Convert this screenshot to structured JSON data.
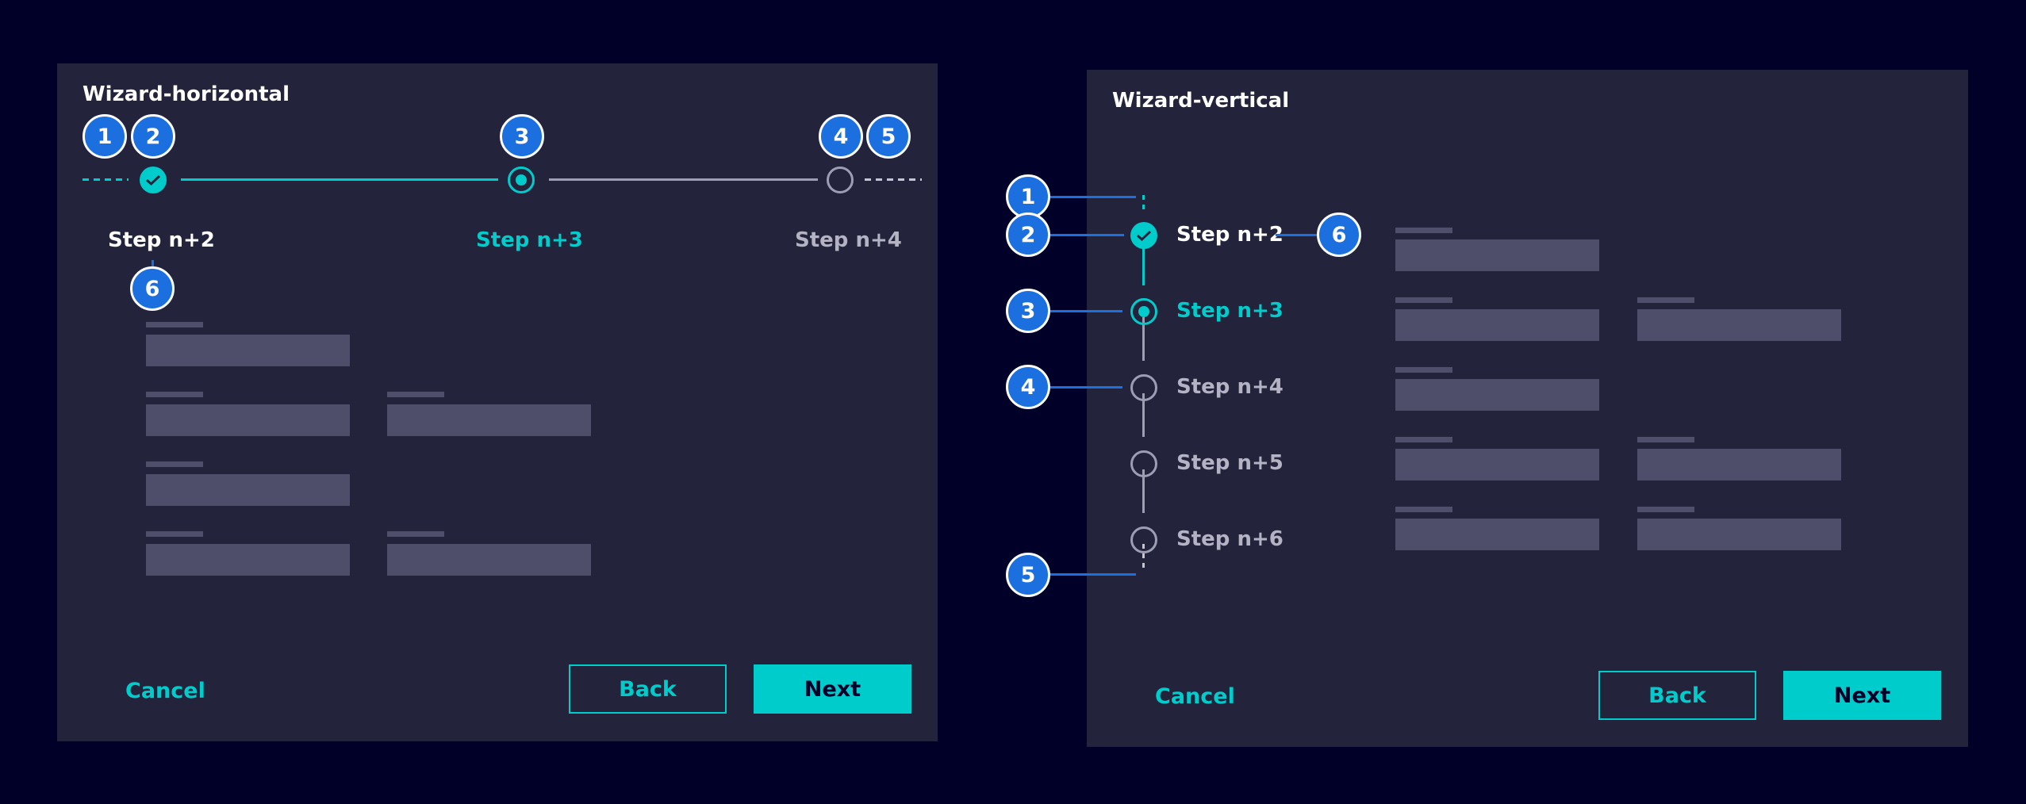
{
  "horizontal": {
    "title": "Wizard-horizontal",
    "steps": [
      {
        "label": "Step n+2",
        "state": "completed"
      },
      {
        "label": "Step n+3",
        "state": "current"
      },
      {
        "label": "Step n+4",
        "state": "upcoming"
      }
    ],
    "buttons": {
      "cancel": "Cancel",
      "back": "Back",
      "next": "Next"
    },
    "badges": [
      "1",
      "2",
      "3",
      "4",
      "5",
      "6"
    ]
  },
  "vertical": {
    "title": "Wizard-vertical",
    "steps": [
      {
        "label": "Step n+2",
        "state": "completed"
      },
      {
        "label": "Step n+3",
        "state": "current"
      },
      {
        "label": "Step n+4",
        "state": "upcoming"
      },
      {
        "label": "Step n+5",
        "state": "upcoming"
      },
      {
        "label": "Step n+6",
        "state": "upcoming"
      }
    ],
    "buttons": {
      "cancel": "Cancel",
      "back": "Back",
      "next": "Next"
    },
    "badges": [
      "1",
      "2",
      "3",
      "4",
      "5",
      "6"
    ]
  },
  "colors": {
    "background": "#000028",
    "panel": "#23233c",
    "accent": "#00cccc",
    "annotation": "#1b6fde",
    "placeholder": "#4e4e6a"
  },
  "icons": {
    "completed": "checkmark-icon",
    "current": "radio-dot-icon",
    "upcoming": "empty-circle-icon"
  }
}
